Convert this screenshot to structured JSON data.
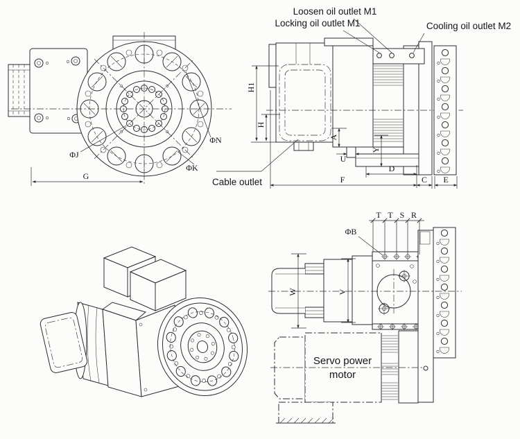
{
  "colors": {
    "line": "#2c2c2c",
    "background": "#fcfcfb"
  },
  "front_view": {
    "dim_phi_j": "ΦJ",
    "dim_phi_n": "ΦN",
    "dim_phi_k": "ΦK",
    "dim_g": "G"
  },
  "side_view": {
    "callout_loosen": "Loosen oil outlet M1",
    "callout_locking": "Locking oil outlet M1",
    "callout_cooling": "Cooling oil outlet M2",
    "callout_cable": "Cable outlet",
    "dim_h1": "H1",
    "dim_h": "H",
    "dim_a": "A",
    "dim_u": "U",
    "dim_y": "Y",
    "dim_d": "D",
    "dim_f": "F",
    "dim_c": "C",
    "dim_e": "E"
  },
  "rear_view": {
    "callout_servo_line1": "Servo power",
    "callout_servo_line2": "motor",
    "dim_t1": "T",
    "dim_t2": "T",
    "dim_s": "S",
    "dim_r": "R",
    "dim_phi_b": "ΦB",
    "dim_w": "W",
    "dim_v": "V"
  }
}
